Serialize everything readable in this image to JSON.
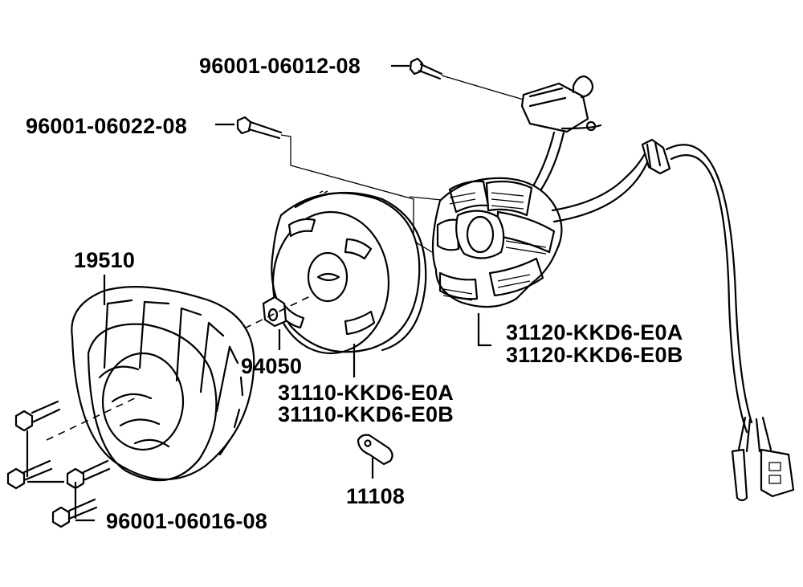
{
  "parts": {
    "bolt_top": "96001-06012-08",
    "bolt_mid": "96001-06022-08",
    "fan_cover": "19510",
    "nut": "94050",
    "flywheel_a": "31110-KKD6-E0A",
    "flywheel_b": "31110-KKD6-E0B",
    "stator_a": "31120-KKD6-E0A",
    "stator_b": "31120-KKD6-E0B",
    "key": "11108",
    "bolt_fan": "96001-06016-08"
  }
}
